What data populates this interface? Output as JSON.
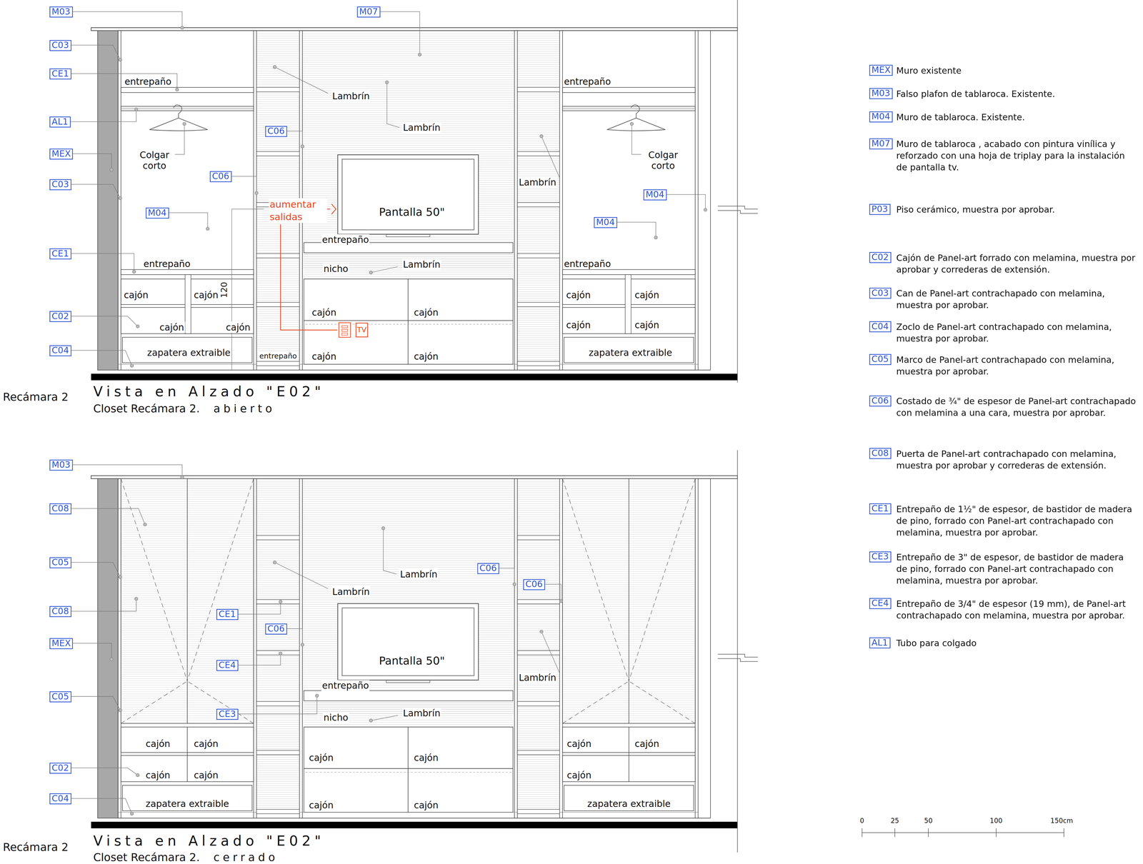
{
  "diagram": {
    "nodes": [
      {
        "text": [
          "M03"
        ]
      },
      {
        "text": [
          "C03"
        ]
      },
      {
        "text": [
          "CE1"
        ]
      },
      {
        "text": [
          "AL1"
        ]
      },
      {
        "text": [
          "MEX"
        ]
      },
      {
        "text": [
          "C03"
        ]
      },
      {
        "text": [
          "CE1"
        ]
      },
      {
        "text": [
          "C02"
        ]
      },
      {
        "text": [
          "C04"
        ]
      },
      {
        "text": [
          "M07"
        ]
      },
      {
        "text": [
          "C06"
        ]
      },
      {
        "text": [
          "C06"
        ]
      },
      {
        "text": [
          "M04"
        ]
      },
      {
        "text": [
          "Pantalla 50\""
        ]
      },
      {
        "text": [
          "TV"
        ]
      },
      {
        "text": [
          "M04"
        ]
      },
      {
        "text": [
          "M04"
        ]
      },
      {
        "text": [
          "M03"
        ]
      },
      {
        "text": [
          "C08"
        ]
      },
      {
        "text": [
          "C05"
        ]
      },
      {
        "text": [
          "C08"
        ]
      },
      {
        "text": [
          "MEX"
        ]
      },
      {
        "text": [
          "C05"
        ]
      },
      {
        "text": [
          "C02"
        ]
      },
      {
        "text": [
          "C04"
        ]
      },
      {
        "text": [
          "C06"
        ]
      },
      {
        "text": [
          "C06"
        ]
      },
      {
        "text": [
          "CE1"
        ]
      },
      {
        "text": [
          "C06"
        ]
      },
      {
        "text": [
          "CE4"
        ]
      },
      {
        "text": [
          "Pantalla 50\""
        ]
      },
      {
        "text": [
          "CE3"
        ]
      },
      {
        "text": [
          "MEX",
          "Muro existente"
        ]
      },
      {
        "text": [
          "M03",
          "Falso plafon de tablaroca. Existente."
        ]
      },
      {
        "text": [
          "M04",
          "Muro de tablaroca. Existente."
        ]
      },
      {
        "text": [
          "M07",
          "Muro de tablaroca , acabado con pintura vinílica y reforzado con una hoja de triplay para la instalación de pantalla tv."
        ]
      },
      {
        "text": [
          "P03",
          "Piso cerámico, muestra por aprobar."
        ]
      },
      {
        "text": [
          "C02",
          "Cajón de Panel-art forrado con melamina, muestra por aprobar y correderas de extensión."
        ]
      },
      {
        "text": [
          "C03",
          "Can de Panel-art contrachapado con melamina, muestra por aprobar."
        ]
      },
      {
        "text": [
          "C04",
          "Zoclo de Panel-art contrachapado con melamina, muestra por aprobar."
        ]
      },
      {
        "text": [
          "C05",
          "Marco de Panel-art contrachapado con melamina, muestra por aprobar."
        ]
      },
      {
        "text": [
          "C06",
          "Costado de ¾\" de espesor de Panel-art contrachapado con melamina a una cara, muestra por aprobar."
        ]
      },
      {
        "text": [
          "C08",
          "Puerta de Panel-art contrachapado con melamina, muestra por aprobar y correderas de extensión."
        ]
      },
      {
        "text": [
          "CE1",
          "Entrepaño de 1½\" de espesor, de bastidor de madera de pino, forrado con Panel-art contrachapado con melamina, muestra por aprobar."
        ]
      },
      {
        "text": [
          "CE3",
          "Entrepaño de 3\" de espesor, de bastidor de madera de pino, forrado con Panel-art contrachapado con melamina, muestra por aprobar."
        ]
      },
      {
        "text": [
          "CE4",
          "Entrepaño de 3/4\" de espesor (19 mm), de Panel-art contrachapado con melamina, muestra por aprobar."
        ]
      },
      {
        "text": [
          "AL1",
          "Tubo para colgado"
        ]
      }
    ],
    "labels": [
      "entrepaño",
      "Lambrín",
      "Lambrín",
      "entrepaño",
      "Colgar corto",
      "Colgar corto",
      "Lambrín",
      "aumentar salidas",
      "entrepaño",
      "nicho",
      "Lambrín",
      "entrepaño",
      "entrepaño",
      "120",
      "cajón",
      "cajón",
      "cajón",
      "cajón",
      "cajón",
      "cajón",
      "cajón",
      "cajón",
      "cajón",
      "cajón",
      "cajón",
      "cajón",
      "zapatera extraible",
      "zapatera extraible",
      "entrepaño",
      "Recámara 2",
      "Vista en Alzado \"E02\"",
      "Closet Recámara 2.",
      "abierto",
      "Lambrín",
      "Lambrín",
      "Lambrín",
      "entrepaño",
      "nicho",
      "Lambrín",
      "cajón",
      "cajón",
      "cajón",
      "cajón",
      "cajón",
      "cajón",
      "cajón",
      "cajón",
      "cajón",
      "cajón",
      "cajón",
      "zapatera extraible",
      "zapatera extraible",
      "Recámara 2",
      "Vista en Alzado \"E02\"",
      "Closet Recámara 2.",
      "cerrado",
      "0",
      "25",
      "50",
      "100",
      "150cm"
    ]
  }
}
